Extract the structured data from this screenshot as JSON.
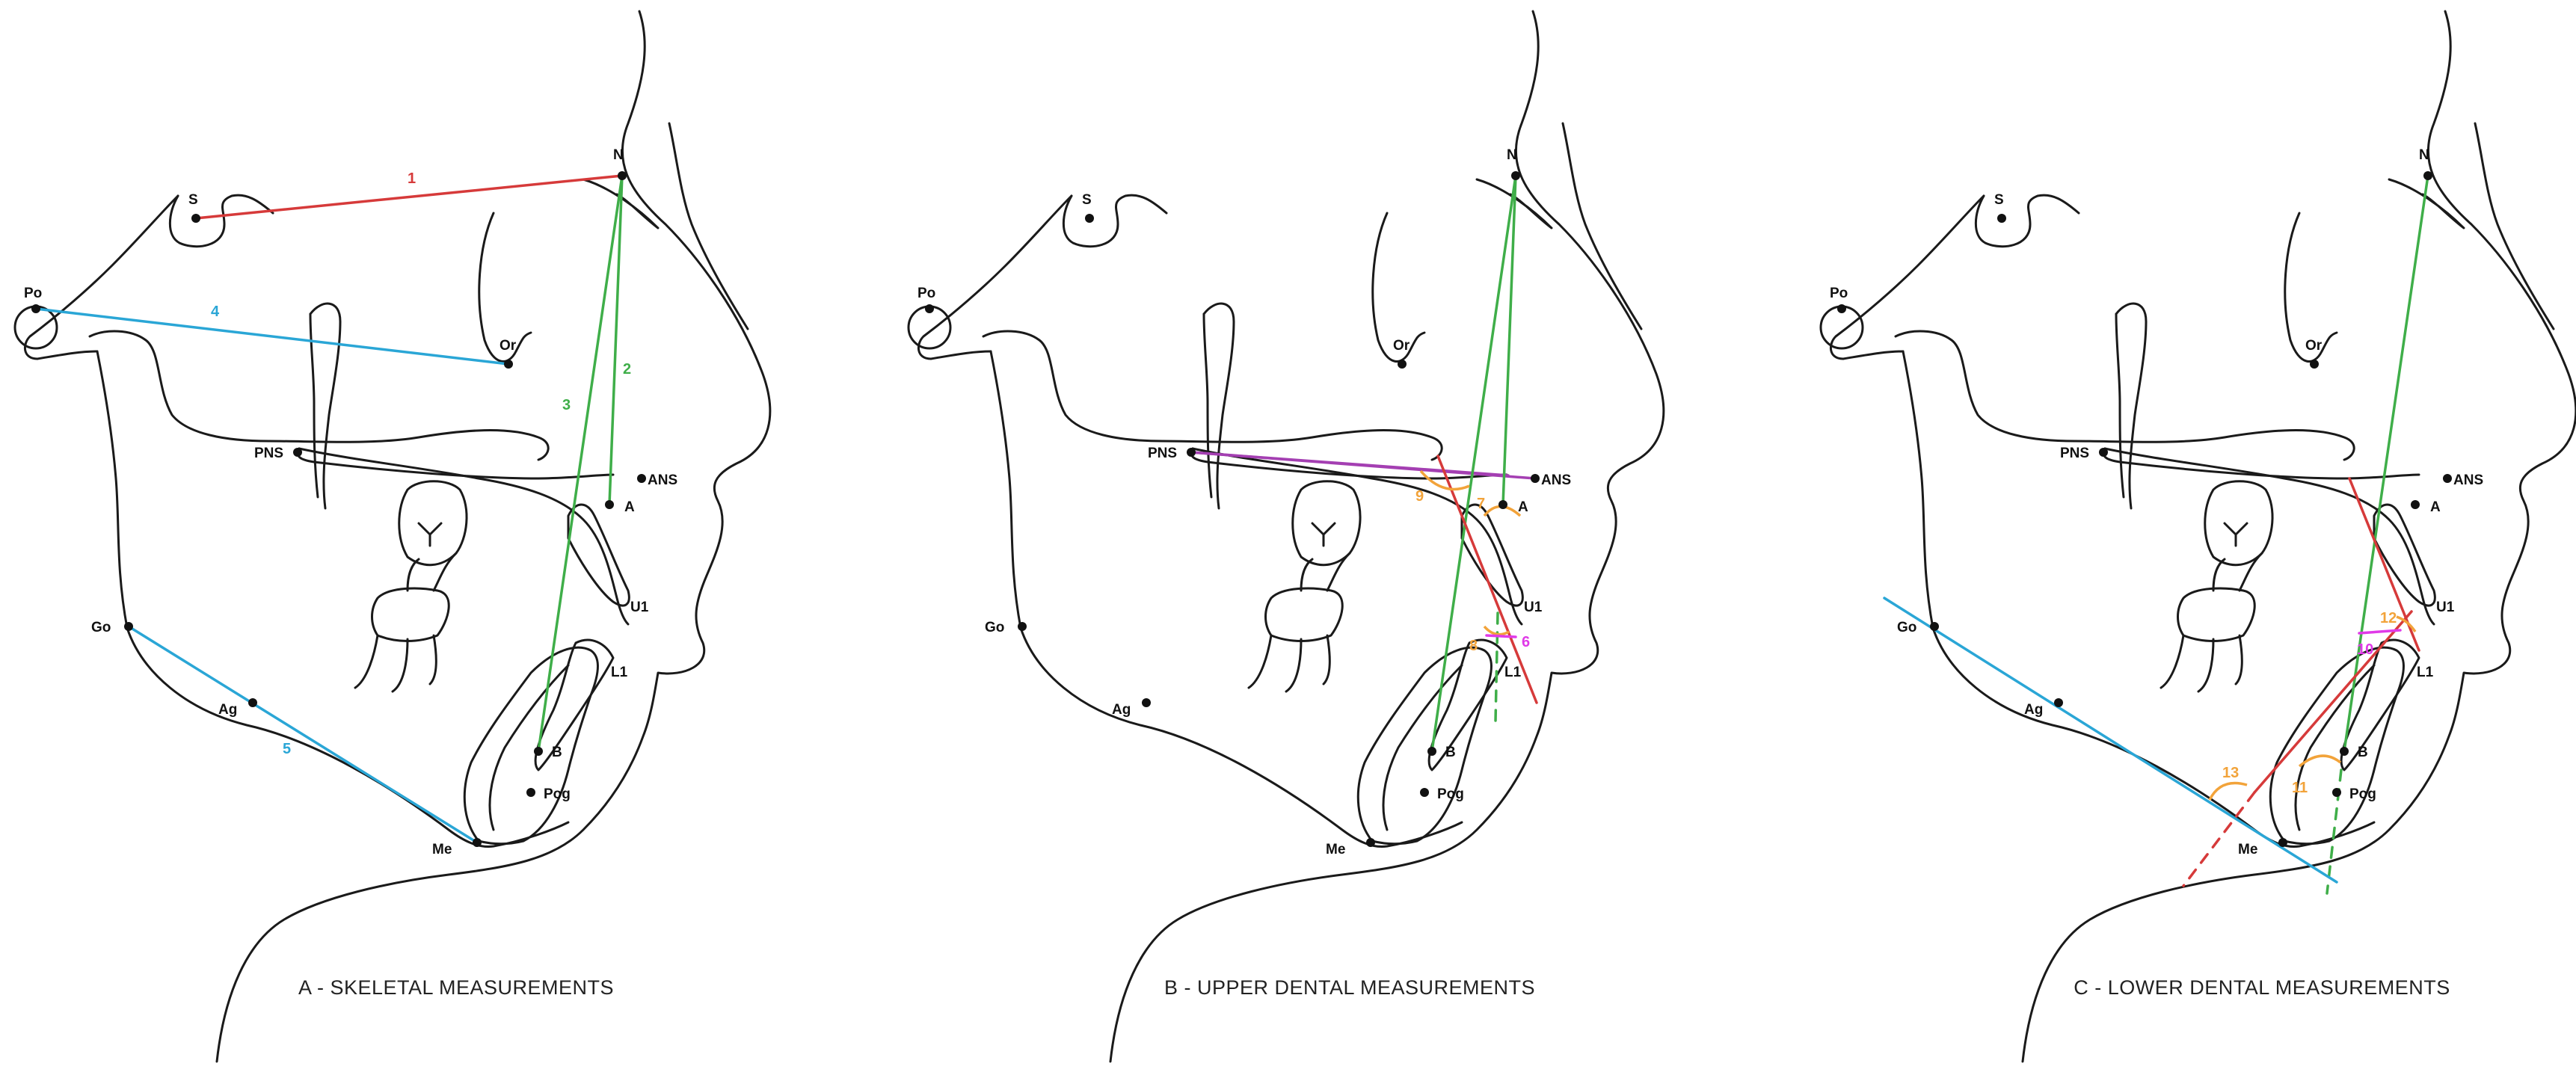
{
  "colors": {
    "red": "#d63a3a",
    "green": "#3fae49",
    "blue": "#2aa6d6",
    "purple": "#a43fb2",
    "orange": "#f2a33a",
    "magenta": "#e03ae8",
    "outline": "#1a1a1a"
  },
  "landmarks": {
    "S": "S",
    "N": "N",
    "Po": "Po",
    "Or": "Or",
    "PNS": "PNS",
    "ANS": "ANS",
    "A": "A",
    "U1": "U1",
    "L1": "L1",
    "Go": "Go",
    "Ag": "Ag",
    "B": "B",
    "Pog": "Pog",
    "Me": "Me"
  },
  "panels": [
    {
      "caption": "A - SKELETAL MEASUREMENTS",
      "measurements": [
        {
          "label": "1",
          "color": "red"
        },
        {
          "label": "2",
          "color": "green"
        },
        {
          "label": "3",
          "color": "green"
        },
        {
          "label": "4",
          "color": "blue"
        },
        {
          "label": "5",
          "color": "blue"
        }
      ]
    },
    {
      "caption": "B - UPPER DENTAL MEASUREMENTS",
      "measurements": [
        {
          "label": "6",
          "color": "magenta"
        },
        {
          "label": "7",
          "color": "orange"
        },
        {
          "label": "8",
          "color": "orange"
        },
        {
          "label": "9",
          "color": "orange"
        }
      ]
    },
    {
      "caption": "C - LOWER DENTAL MEASUREMENTS",
      "measurements": [
        {
          "label": "10",
          "color": "magenta"
        },
        {
          "label": "11",
          "color": "orange"
        },
        {
          "label": "12",
          "color": "orange"
        },
        {
          "label": "13",
          "color": "orange"
        }
      ]
    }
  ]
}
